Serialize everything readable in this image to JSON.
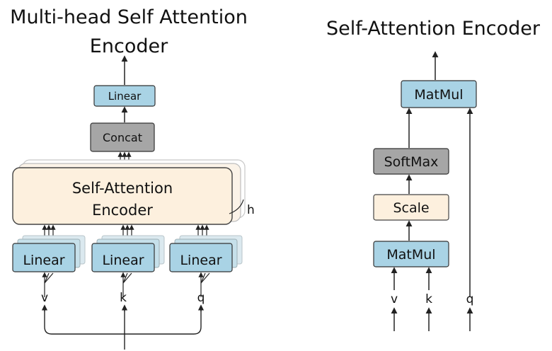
{
  "left": {
    "title_line1": "Multi-head Self Attention",
    "title_line2": "Encoder",
    "linear_top": "Linear",
    "concat": "Concat",
    "sae_line1": "Self-Attention",
    "sae_line2": "Encoder",
    "h_label": "h",
    "linear_v": "Linear",
    "linear_k": "Linear",
    "linear_q": "Linear",
    "input_v": "v",
    "input_k": "k",
    "input_q": "q"
  },
  "right": {
    "title": "Self-Attention Encoder",
    "matmul_top": "MatMul",
    "softmax": "SoftMax",
    "scale": "Scale",
    "matmul_bottom": "MatMul",
    "input_v": "v",
    "input_k": "k",
    "input_q": "q"
  },
  "colors": {
    "blue": "#a9d3e5",
    "gray": "#a6a6a6",
    "peach": "#fdf0de",
    "stroke": "#333333"
  }
}
